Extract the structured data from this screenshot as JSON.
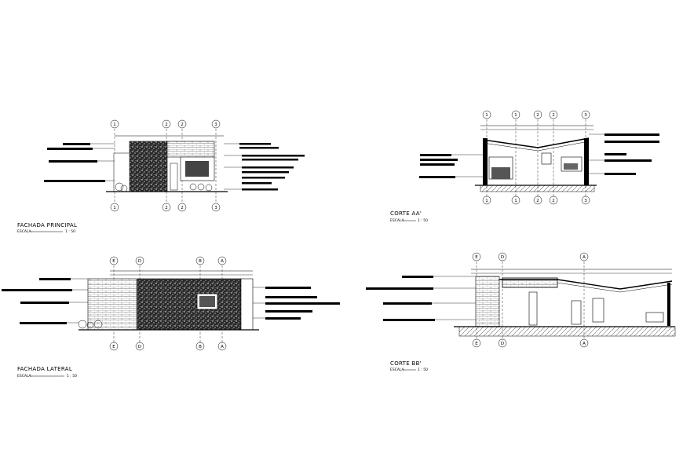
{
  "sheet": {
    "views": [
      {
        "title": "FACHADA PRINCIPAL",
        "scale_word": "ESCALA",
        "scale_value": "1 : 50",
        "axes": [
          "1",
          "2",
          "2",
          "3"
        ]
      },
      {
        "title": "CORTE  AA'",
        "scale_word": "ESCALA",
        "scale_value": "1 : 50",
        "axes": [
          "1",
          "1",
          "2",
          "2",
          "3"
        ]
      },
      {
        "title": "FACHADA LATERAL",
        "scale_word": "ESCALA",
        "scale_value": "1 : 50",
        "axes": [
          "E",
          "D",
          "B",
          "A"
        ]
      },
      {
        "title": "CORTE  BB'",
        "scale_word": "ESCALA",
        "scale_value": "1 : 50",
        "axes": [
          "E",
          "D",
          "A"
        ]
      }
    ],
    "colors": {
      "ink": "#000000",
      "paper": "#ffffff"
    }
  }
}
